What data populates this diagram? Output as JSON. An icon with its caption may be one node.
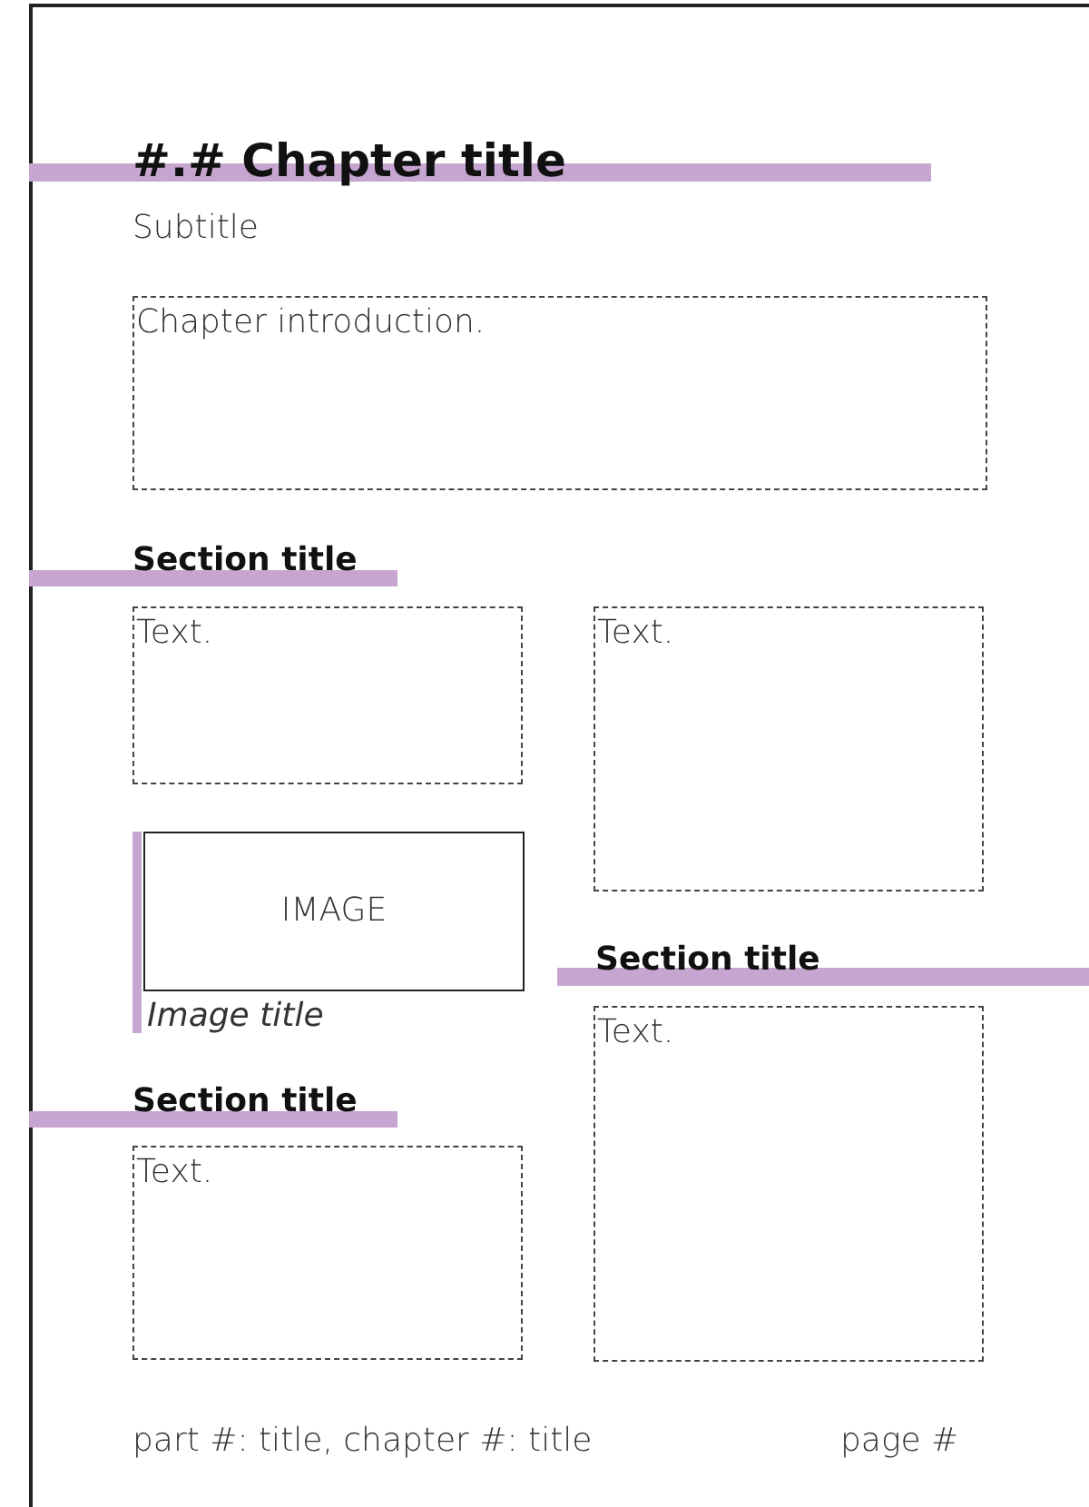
{
  "diagram": {
    "title": "#.# Chapter title",
    "nodes": [
      {
        "text": [
          "Chapter introduction."
        ]
      },
      {
        "text": [
          "Text."
        ]
      },
      {
        "text": [
          "Text."
        ]
      },
      {
        "text": [
          "IMAGE"
        ],
        "beside": [
          "Image title"
        ]
      },
      {
        "text": [
          "Text."
        ]
      },
      {
        "text": [
          "Text."
        ]
      }
    ],
    "labels": [
      "Subtitle",
      "Section title",
      "Section title",
      "Section title",
      "part #: title, chapter #: title",
      "page #"
    ]
  }
}
